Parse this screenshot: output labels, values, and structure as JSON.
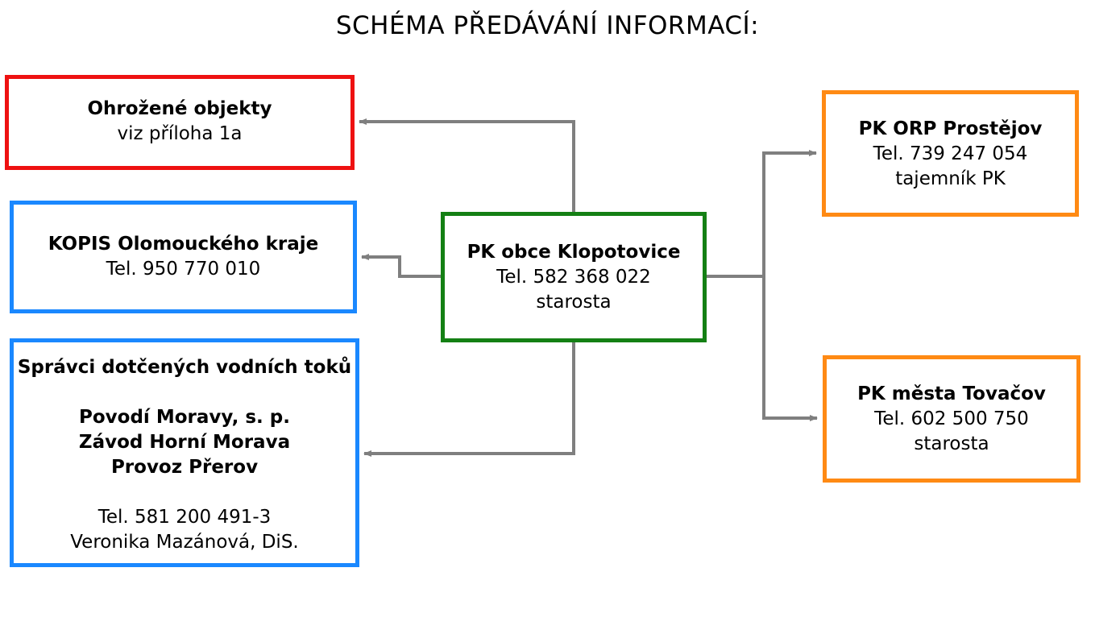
{
  "title": "SCHÉMA PŘEDÁVÁNÍ INFORMACÍ:",
  "colors": {
    "threatened_border": "#ee1111",
    "kopis_border": "#1a88ff",
    "managers_border": "#1a88ff",
    "center_border": "#148014",
    "orp_border": "#ff8a14",
    "tovacov_border": "#ff8a14",
    "arrow": "#7f7f7f"
  },
  "nodes": {
    "threatened": {
      "name": "Ohrožené objekty",
      "note": "viz příloha 1a"
    },
    "kopis": {
      "name": "KOPIS Olomouckého kraje",
      "phone": "Tel. 950 770 010"
    },
    "managers": {
      "heading": "Správci dotčených vodních toků",
      "org_line1": "Povodí Moravy, s. p.",
      "org_line2": "Závod Horní Morava",
      "org_line3": "Provoz Přerov",
      "phone": "Tel. 581 200 491-3",
      "contact": "Veronika Mazánová, DiS."
    },
    "center": {
      "name": "PK obce Klopotovice",
      "phone": "Tel. 582 368 022",
      "role": "starosta"
    },
    "orp": {
      "name": "PK ORP Prostějov",
      "phone": "Tel. 739 247 054",
      "role": "tajemník PK"
    },
    "tovacov": {
      "name": "PK města Tovačov",
      "phone": "Tel. 602 500 750",
      "role": "starosta"
    }
  }
}
